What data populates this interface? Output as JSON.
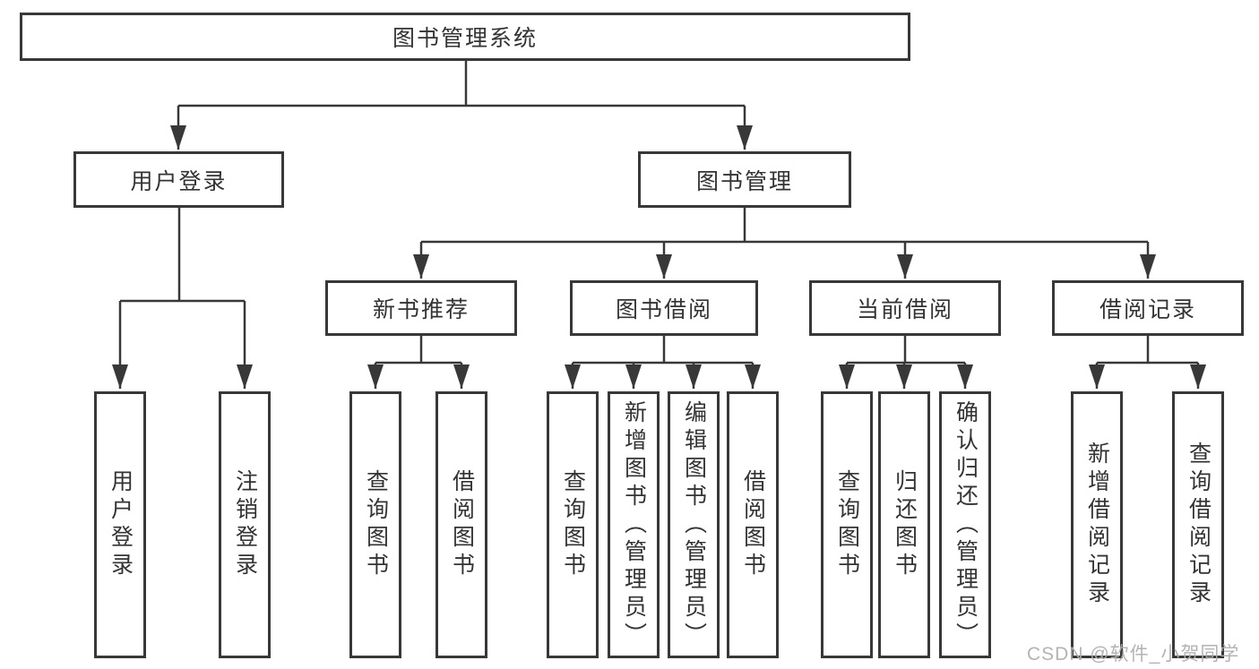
{
  "diagram": {
    "root": {
      "label": "图书管理系统"
    },
    "user_branch": {
      "label": "用户登录",
      "children": [
        {
          "label": "用户登录"
        },
        {
          "label": "注销登录"
        }
      ]
    },
    "book_branch": {
      "label": "图书管理",
      "groups": [
        {
          "label": "新书推荐",
          "children": [
            {
              "label": "查询图书"
            },
            {
              "label": "借阅图书"
            }
          ]
        },
        {
          "label": "图书借阅",
          "children": [
            {
              "label": "查询图书"
            },
            {
              "label": "新增图书（管理员）"
            },
            {
              "label": "编辑图书（管理员）"
            },
            {
              "label": "借阅图书"
            }
          ]
        },
        {
          "label": "当前借阅",
          "children": [
            {
              "label": "查询图书"
            },
            {
              "label": "归还图书"
            },
            {
              "label": "确认归还（管理员）"
            }
          ]
        },
        {
          "label": "借阅记录",
          "children": [
            {
              "label": "新增借阅记录"
            },
            {
              "label": "查询借阅记录"
            }
          ]
        }
      ]
    }
  },
  "watermark": {
    "text": "CSDN @软件_小贺同学"
  },
  "colors": {
    "line": "#383838",
    "box_border": "#383838",
    "text": "#333333",
    "watermark": "#acacac",
    "background": "#ffffff"
  }
}
